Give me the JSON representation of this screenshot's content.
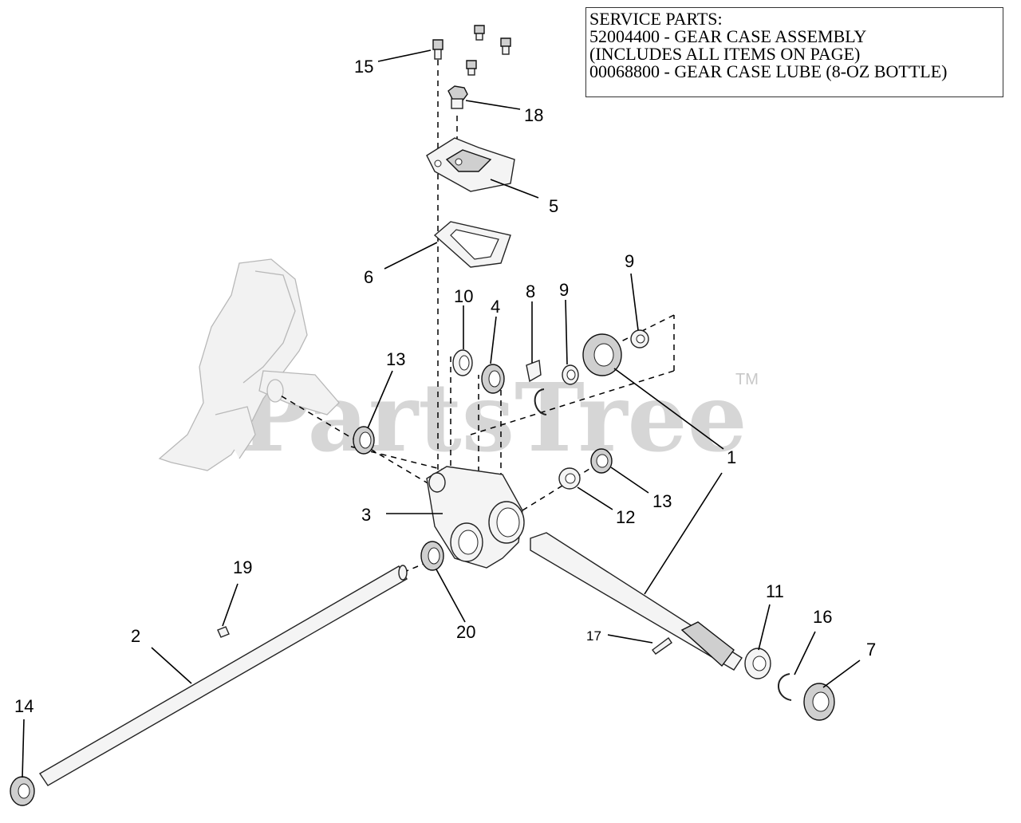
{
  "service_box": {
    "lines": [
      "SERVICE PARTS:",
      "52004400 - GEAR CASE ASSEMBLY",
      "(INCLUDES ALL ITEMS ON PAGE)",
      "00068800 - GEAR CASE LUBE (8-OZ BOTTLE)"
    ]
  },
  "watermark": {
    "text": "PartsTree",
    "trademark": "TM"
  },
  "callouts": {
    "c15": "15",
    "c18": "18",
    "c5": "5",
    "c6": "6",
    "c10": "10",
    "c4": "4",
    "c8": "8",
    "c9a": "9",
    "c9b": "9",
    "c13a": "13",
    "c13b": "13",
    "c12": "12",
    "c1": "1",
    "c3": "3",
    "c19": "19",
    "c2": "2",
    "c20": "20",
    "c11": "11",
    "c16": "16",
    "c17": "17",
    "c7": "7",
    "c14": "14"
  }
}
